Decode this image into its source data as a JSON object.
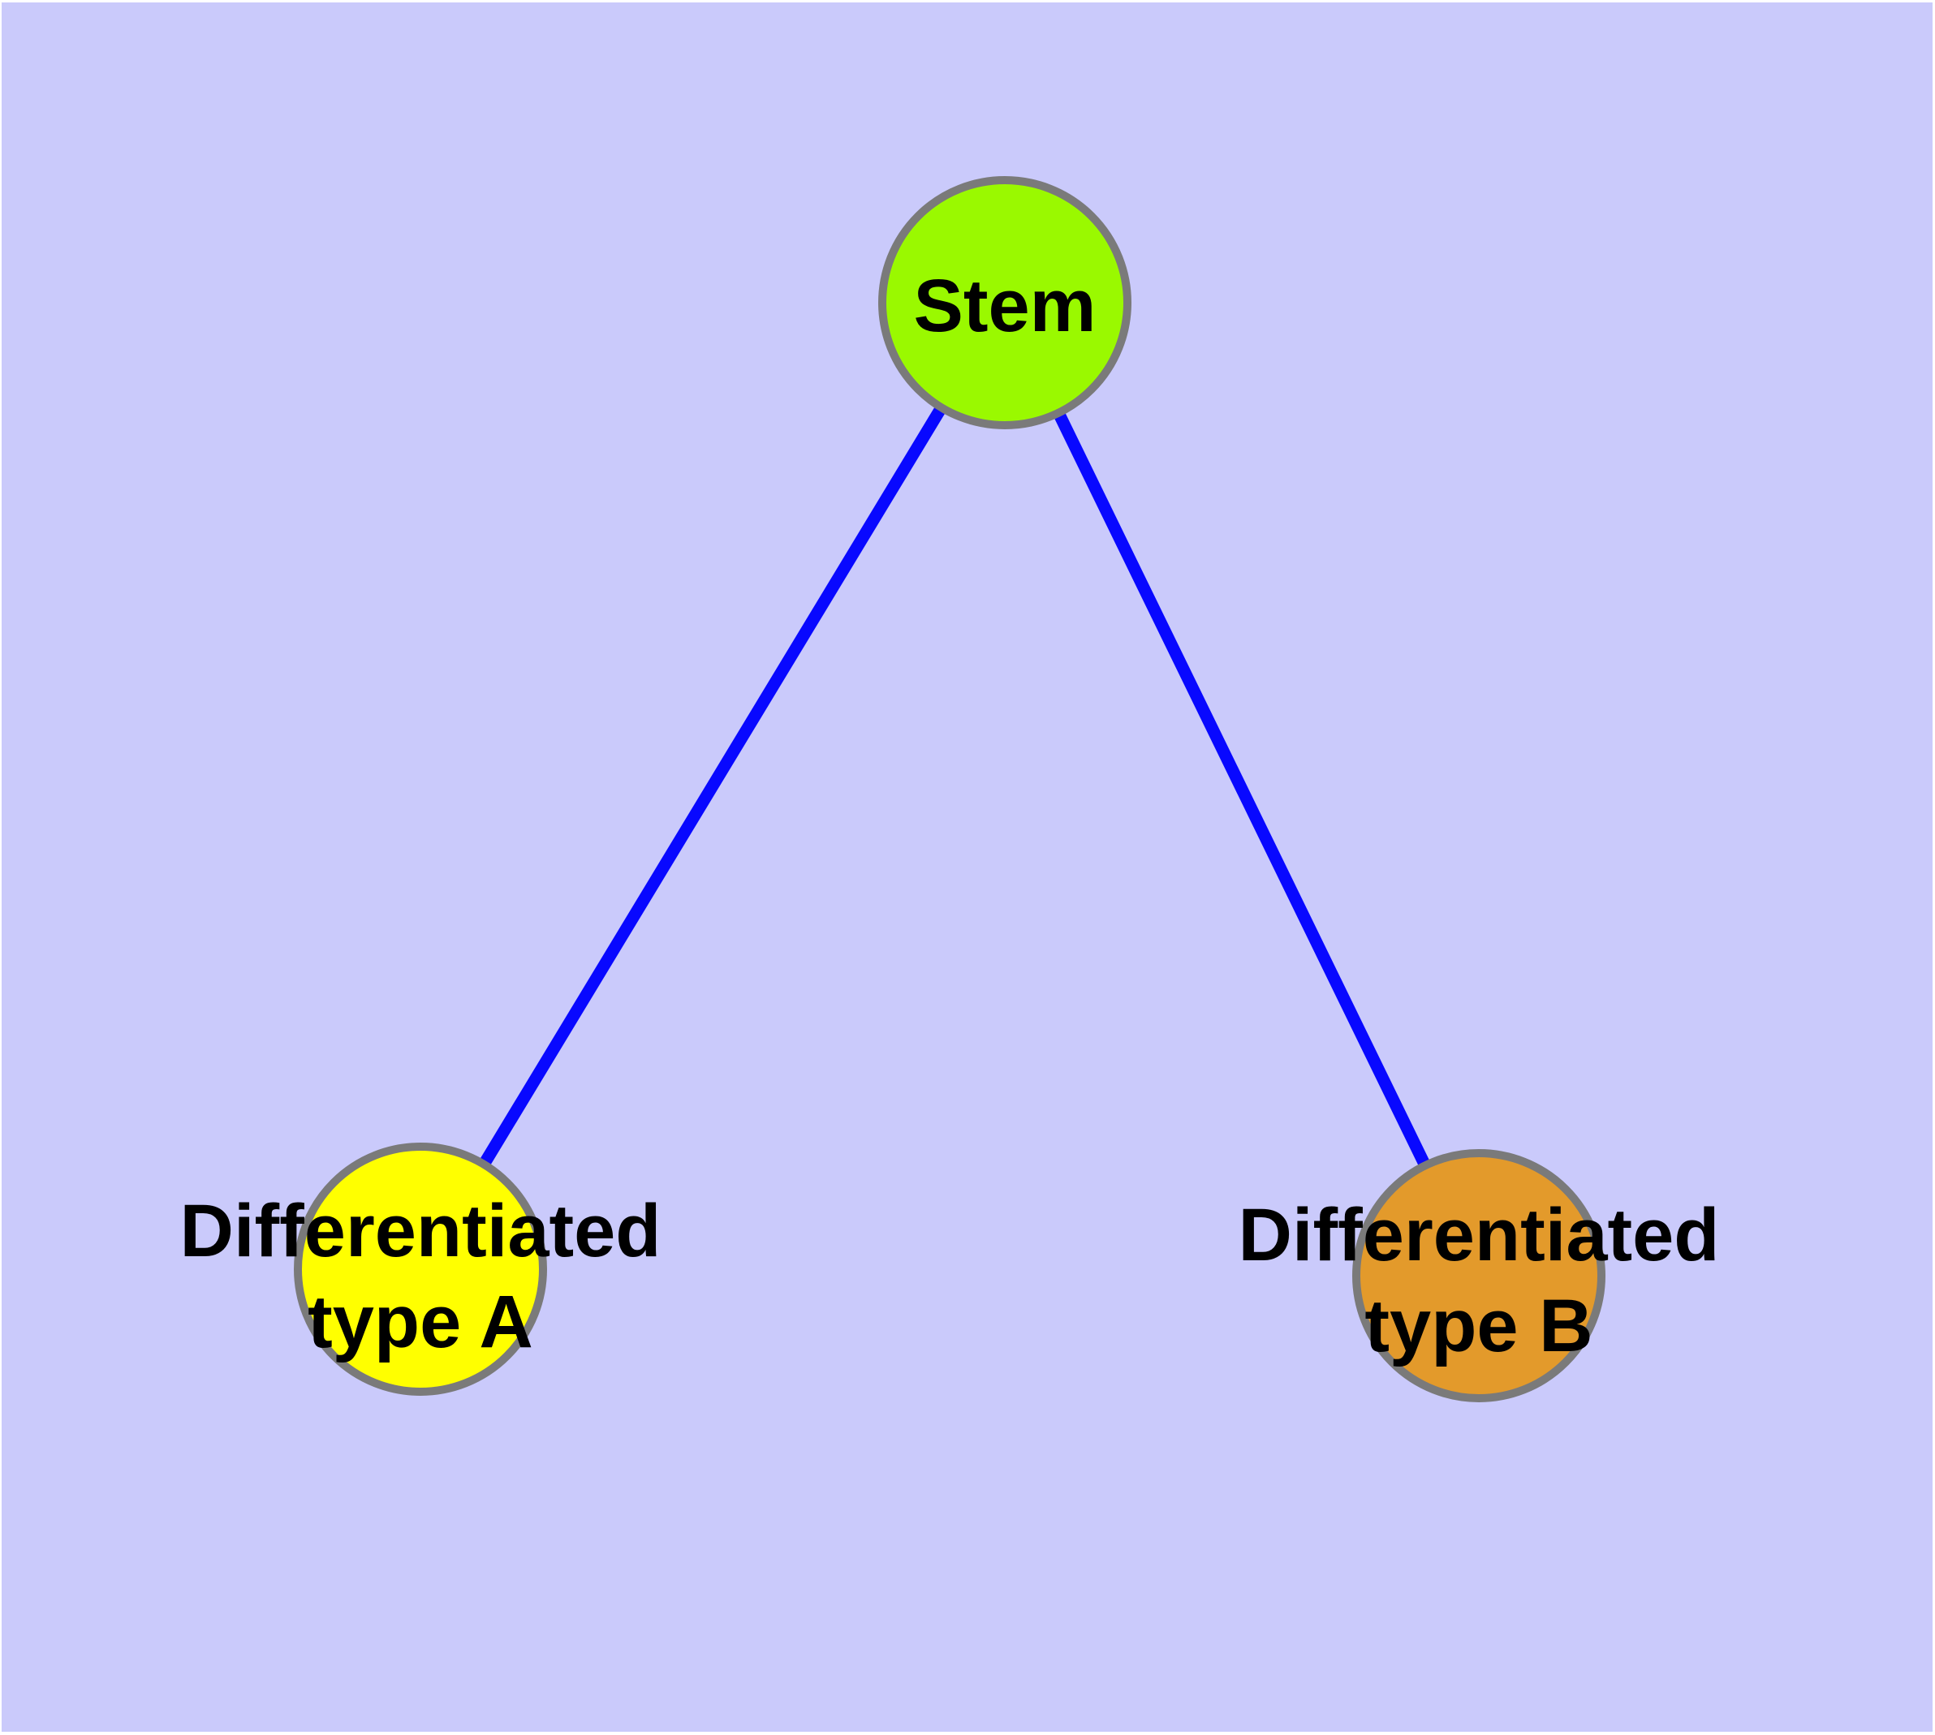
{
  "canvas": {
    "background_color": "#CACAFB",
    "margin_color": "#FFFFFF"
  },
  "graph": {
    "edge_color": "#0808FF",
    "node_border_color": "#7A7A7A",
    "label_color": "#000000",
    "nodes": [
      {
        "id": "stem",
        "label_lines": [
          "Stem"
        ],
        "fill": "#9AF900"
      },
      {
        "id": "differentiated-type-a",
        "label_lines": [
          "Differentiated",
          "type A"
        ],
        "fill": "#FFFF00"
      },
      {
        "id": "differentiated-type-b",
        "label_lines": [
          "Differentiated",
          "type B"
        ],
        "fill": "#E39A2B"
      }
    ],
    "edges": [
      {
        "from": "stem",
        "to": "differentiated-type-a"
      },
      {
        "from": "stem",
        "to": "differentiated-type-b"
      }
    ]
  }
}
